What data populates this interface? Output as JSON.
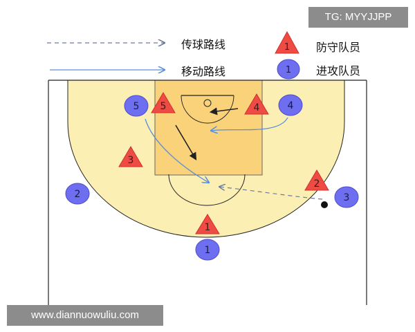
{
  "watermarks": {
    "top": "TG: MYYJJPP",
    "bottom": "www.diannuowuliu.com"
  },
  "legend": {
    "pass_route": "传球路线",
    "move_route": "移动路线",
    "defender": "防守队员",
    "attacker": "进攻队员",
    "defender_sample_number": "1",
    "attacker_sample_number": "1"
  },
  "defenders": [
    {
      "number": "1"
    },
    {
      "number": "2"
    },
    {
      "number": "3"
    },
    {
      "number": "4"
    },
    {
      "number": "5"
    }
  ],
  "attackers": [
    {
      "number": "1"
    },
    {
      "number": "2"
    },
    {
      "number": "3"
    },
    {
      "number": "4"
    },
    {
      "number": "5"
    }
  ],
  "colors": {
    "three_point_area": "#fcefb4",
    "paint": "#fad279",
    "defender_fill": "#ef4b45",
    "attacker_fill": "#6e6ef0",
    "move_arrow": "#5b8fd6",
    "pass_arrow": "#6d7b98",
    "court_line": "#222222"
  }
}
